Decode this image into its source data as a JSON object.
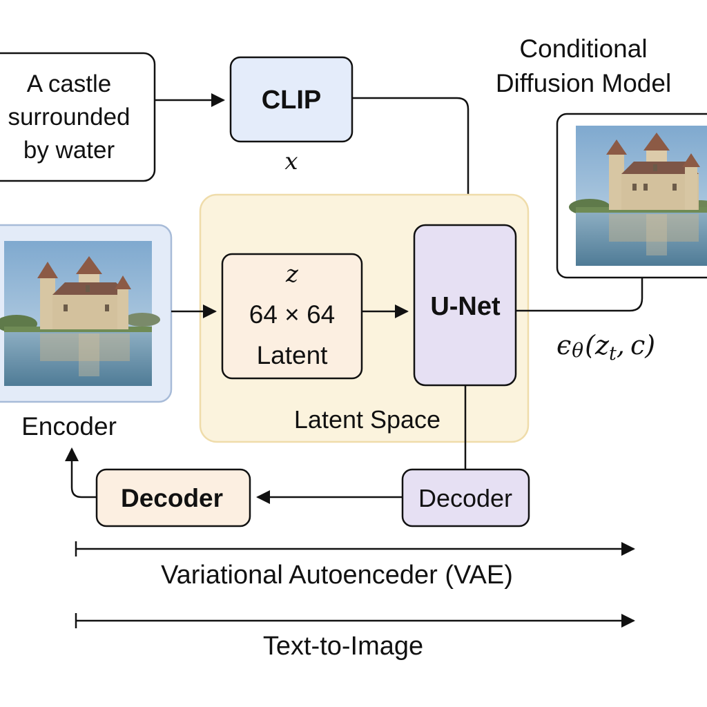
{
  "title": {
    "line1": "Conditional",
    "line2": "Diffusion Model"
  },
  "prompt_box": {
    "line1": "A castle",
    "line2": "surrounded",
    "line3": "by water"
  },
  "clip": {
    "label": "CLIP",
    "var": "x"
  },
  "latent": {
    "var": "z",
    "size": "64 × 64",
    "label": "Latent"
  },
  "unet": {
    "label": "U-Net"
  },
  "latent_space": {
    "label": "Latent Space"
  },
  "noise_formula": {
    "epsilon": "ϵ",
    "theta": "θ",
    "open": "(",
    "z": "z",
    "t": "t",
    "comma": ",",
    "c": "c",
    "close": ")"
  },
  "encoder": {
    "label": "Encoder"
  },
  "decoder_left": {
    "label": "Decoder"
  },
  "decoder_right": {
    "label": "Decoder"
  },
  "axes": {
    "vae_label": "Variational Autoenceder (VAE)",
    "t2i_label": "Text-to-Image"
  },
  "colors": {
    "clip_fill": "#e4ecfa",
    "latent_space_fill": "#fbf3dd",
    "latent_space_stroke": "#efdcaa",
    "latent_fill": "#fcefe1",
    "unet_fill": "#e6e0f3",
    "encoder_frame_fill": "#e3ebf8",
    "encoder_frame_stroke": "#a7bbd8",
    "decoder_left_fill": "#fcefe1",
    "decoder_right_fill": "#e6e0f3",
    "sky": "#9fc2dd",
    "water": "#6c95ad",
    "castle": "#d7c6a3",
    "roof": "#8c5a45"
  }
}
